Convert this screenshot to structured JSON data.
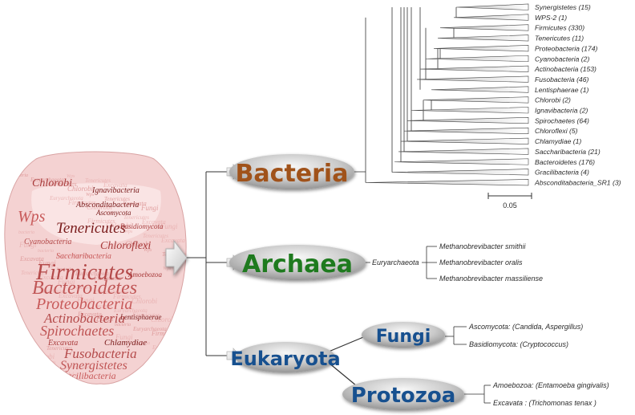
{
  "colors": {
    "bacteria_text": "#a0521a",
    "archaea_text": "#1e7a1e",
    "eukaryota_text": "#17508f",
    "fungi_text": "#17508f",
    "protozoa_text": "#17508f",
    "cloud_dark": "#7a1c1c",
    "cloud_mid": "#c85a5a",
    "cloud_light": "#e6a9a9",
    "tongue_fill": "#f4d2d2",
    "line": "#333333"
  },
  "icons": {
    "cloud": "tongue-word-cloud-icon",
    "arrow_big": "block-arrow-icon",
    "arrow_small": "small-arrow-icon"
  },
  "domains": {
    "bacteria": "Bacteria",
    "archaea": "Archaea",
    "eukaryota": "Eukaryota",
    "fungi": "Fungi",
    "protozoa": "Protozoa"
  },
  "bacteria_phyla": [
    "Synergistetes (15)",
    "WPS-2 (1)",
    "Firmicutes (330)",
    "Tenericutes (11)",
    "Proteobacteria (174)",
    "Cyanobacteria (2)",
    "Actinobacteria (153)",
    "Fusobacteria (46)",
    "Lentisphaerae (1)",
    "Chlorobi (2)",
    "Ignavibacteria (2)",
    "Spirochaetes (64)",
    "Chloroflexi (5)",
    "Chlamydiae (1)",
    "Saccharibacteria (21)",
    "Bacteroidetes (176)",
    "Gracilibacteria (4)",
    "Absconditabacteria_SR1 (3)"
  ],
  "scale_bar": "0.05",
  "archaea": {
    "phylum": "Euryarchaeota",
    "species": [
      "Methanobrevibacter smithii",
      "Methanobrevibacter oralis",
      "Methanobrevibacter massiliense"
    ]
  },
  "fungi": [
    "Ascomycota: (Candida, Aspergillus)",
    "Basidiomycota: (Cryptococcus)"
  ],
  "protozoa": [
    "Amoebozoa:  (Entamoeba gingivalis)",
    "Excavata : (Trichomonas tenax )"
  ],
  "word_cloud": [
    "Chlorobi",
    "Absconditabacteria",
    "Wps",
    "Tenericutes",
    "Chloroflexi",
    "Saccharibacteria",
    "Firmicutes",
    "Bacteroidetes",
    "Proteobacteria",
    "Actinobacteria",
    "Spirochaetes",
    "Excavata",
    "Chlamydiae",
    "Fusobacteria",
    "Synergistetes",
    "Gracilibacteria",
    "Ascomycota",
    "Basidiomycota",
    "Cyanobacteria",
    "Lentisphaerae",
    "Amoebozoa",
    "Ignavibacteria"
  ]
}
